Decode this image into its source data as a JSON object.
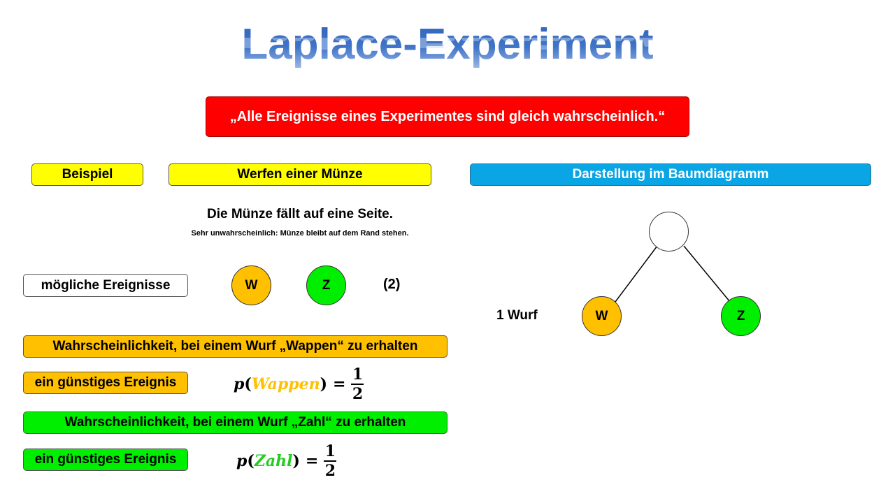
{
  "title": "Laplace-Experiment",
  "definition": "„Alle Ereignisse eines Experimentes sind gleich wahrscheinlich.“",
  "example_label": "Beispiel",
  "example_text": "Werfen einer Münze",
  "tree_header": "Darstellung im Baumdiagramm",
  "coin_statement": "Die Münze fällt auf eine Seite.",
  "coin_note": "Sehr unwahrscheinlich: Münze bleibt auf dem Rand stehen.",
  "possible_events_label": "mögliche Ereignisse",
  "events": [
    "W",
    "Z"
  ],
  "events_count": "(2)",
  "tree": {
    "level_label": "1 Wurf",
    "leaves": [
      "W",
      "Z"
    ]
  },
  "wappen": {
    "header": "Wahrscheinlichkeit, bei einem Wurf „Wappen“ zu erhalten",
    "favorable_label": "ein günstiges Ereignis",
    "p": "p",
    "arg": "Wappen",
    "numerator": "1",
    "denominator": "2",
    "color": "#ffc000"
  },
  "zahl": {
    "header": "Wahrscheinlichkeit, bei einem Wurf „Zahl“ zu erhalten",
    "favorable_label": "ein günstiges Ereignis",
    "p": "p",
    "arg": "Zahl",
    "numerator": "1",
    "denominator": "2",
    "color": "#22cc22"
  }
}
